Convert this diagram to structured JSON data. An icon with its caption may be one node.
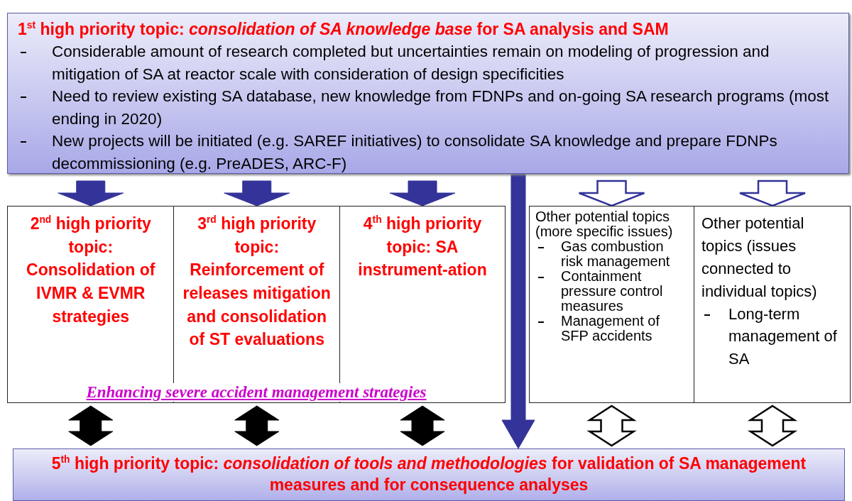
{
  "diagram": {
    "nodes": [
      {
        "text": [
          "1$^{st}$ high priority topic: *consolidation of SA knowledge base* for SA analysis and SAM",
          "Considerable amount of research completed but uncertainties remain on modeling of progression and mitigation of SA at reactor scale with consideration of design specificities",
          "Need to review existing SA database, new knowledge from FDNPs and on-going SA research programs (most ending in 2020)",
          "New projects will be initiated (e.g. SAREF initiatives) to consolidate SA knowledge and prepare FDNPs decommissioning (e.g. PreADES, ARC-F)"
        ]
      },
      {
        "text": [
          "2$^{nd}$ high priority topic: Consolidation of IVMR & EVMR strategies"
        ]
      },
      {
        "text": [
          "3$^{rd}$ high priority topic: Reinforcement of releases mitigation and consolidation of ST evaluations"
        ]
      },
      {
        "text": [
          "4$^{th}$ high priority topic: SA instrument-ation"
        ]
      },
      {
        "text": [
          "Other potential topics (more specific issues)",
          "Gas combustion risk management",
          "Containment pressure control measures",
          "Management of SFP accidents"
        ]
      },
      {
        "text": [
          "Other potential topics (issues connected to individual topics)",
          "Long-term management of SA"
        ]
      },
      {
        "text": [
          "5$^{th}$ high priority topic: *consolidation of tools and methodologies* for validation of SA management measures and for consequence analyses"
        ]
      }
    ],
    "edges": [
      {
        "from": 0,
        "to": 1,
        "arrow": "to",
        "style": "thick"
      },
      {
        "from": 0,
        "to": 2,
        "arrow": "to",
        "style": "thick"
      },
      {
        "from": 0,
        "to": 3,
        "arrow": "to",
        "style": "thick"
      },
      {
        "from": 0,
        "to": 4,
        "arrow": "to"
      },
      {
        "from": 0,
        "to": 5,
        "arrow": "to"
      },
      {
        "from": 0,
        "to": 6,
        "arrow": "to",
        "style": "thick"
      },
      {
        "from": 1,
        "to": 6,
        "arrow": "both",
        "style": "thick",
        "color": "#000000"
      },
      {
        "from": 2,
        "to": 6,
        "arrow": "both",
        "style": "thick",
        "color": "#000000"
      },
      {
        "from": 3,
        "to": 6,
        "arrow": "both",
        "style": "thick",
        "color": "#000000"
      },
      {
        "from": 4,
        "to": 6,
        "arrow": "both",
        "color": "#000000"
      },
      {
        "from": 5,
        "to": 6,
        "arrow": "both",
        "color": "#000000"
      }
    ],
    "labels": [
      "Enhancing severe accident management strategies"
    ]
  }
}
